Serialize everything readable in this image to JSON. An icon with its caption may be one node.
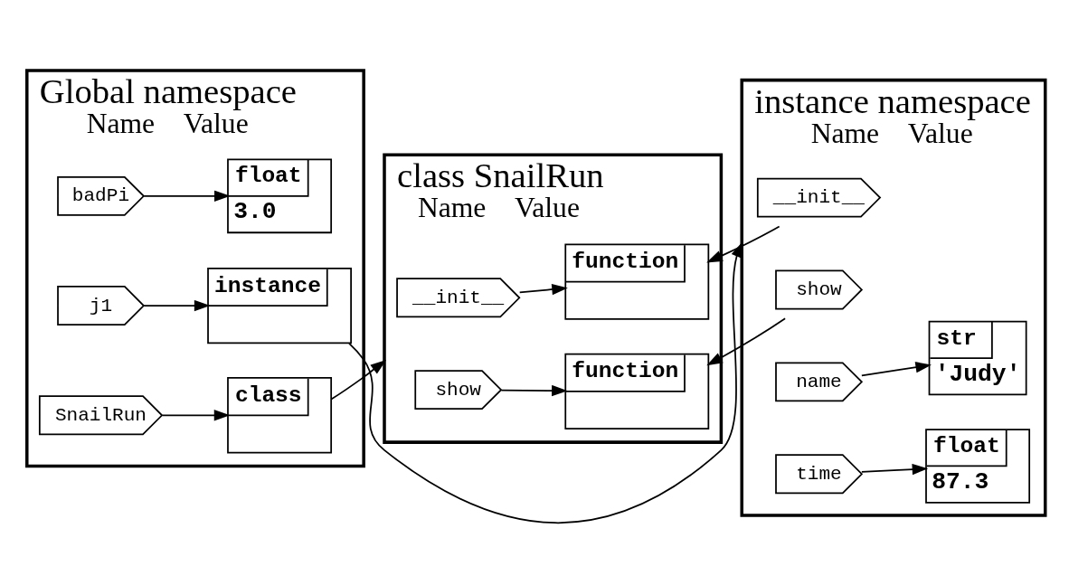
{
  "diagram": {
    "nodes": [
      {
        "text": [
          "Global namespace",
          "Name",
          "Value"
        ]
      },
      {
        "text": [
          "badPi"
        ],
        "in": 0
      },
      {
        "text": [
          "float",
          "3.0"
        ],
        "in": 0
      },
      {
        "text": [
          "j1"
        ],
        "in": 0
      },
      {
        "text": [
          "instance"
        ],
        "in": 0
      },
      {
        "text": [
          "SnailRun"
        ],
        "in": 0
      },
      {
        "text": [
          "class"
        ],
        "in": 0
      },
      {
        "text": [
          "class SnailRun",
          "Name",
          "Value"
        ]
      },
      {
        "text": [
          "__init__"
        ],
        "in": 7
      },
      {
        "text": [
          "function"
        ],
        "in": 7
      },
      {
        "text": [
          "show"
        ],
        "in": 7
      },
      {
        "text": [
          "function"
        ],
        "in": 7
      },
      {
        "text": [
          "instance namespace",
          "Name",
          "Value"
        ]
      },
      {
        "text": [
          "__init__"
        ],
        "in": 12
      },
      {
        "text": [
          "show"
        ],
        "in": 12
      },
      {
        "text": [
          "name"
        ],
        "in": 12
      },
      {
        "text": [
          "str",
          "'Judy'"
        ],
        "in": 12
      },
      {
        "text": [
          "time"
        ],
        "in": 12
      },
      {
        "text": [
          "float",
          "87.3"
        ],
        "in": 12
      }
    ],
    "edges": [
      {
        "from": 1,
        "to": 2,
        "arrow": "to"
      },
      {
        "from": 3,
        "to": 4,
        "arrow": "to"
      },
      {
        "from": 5,
        "to": 6,
        "arrow": "to"
      },
      {
        "from": 4,
        "to": 12,
        "arrow": "to"
      },
      {
        "from": 6,
        "to": 7,
        "arrow": "to"
      },
      {
        "from": 8,
        "to": 9,
        "arrow": "to"
      },
      {
        "from": 10,
        "to": 11,
        "arrow": "to"
      },
      {
        "from": 13,
        "to": 9,
        "arrow": "to"
      },
      {
        "from": 14,
        "to": 11,
        "arrow": "to"
      },
      {
        "from": 15,
        "to": 16,
        "arrow": "to"
      },
      {
        "from": 17,
        "to": 18,
        "arrow": "to"
      }
    ]
  }
}
